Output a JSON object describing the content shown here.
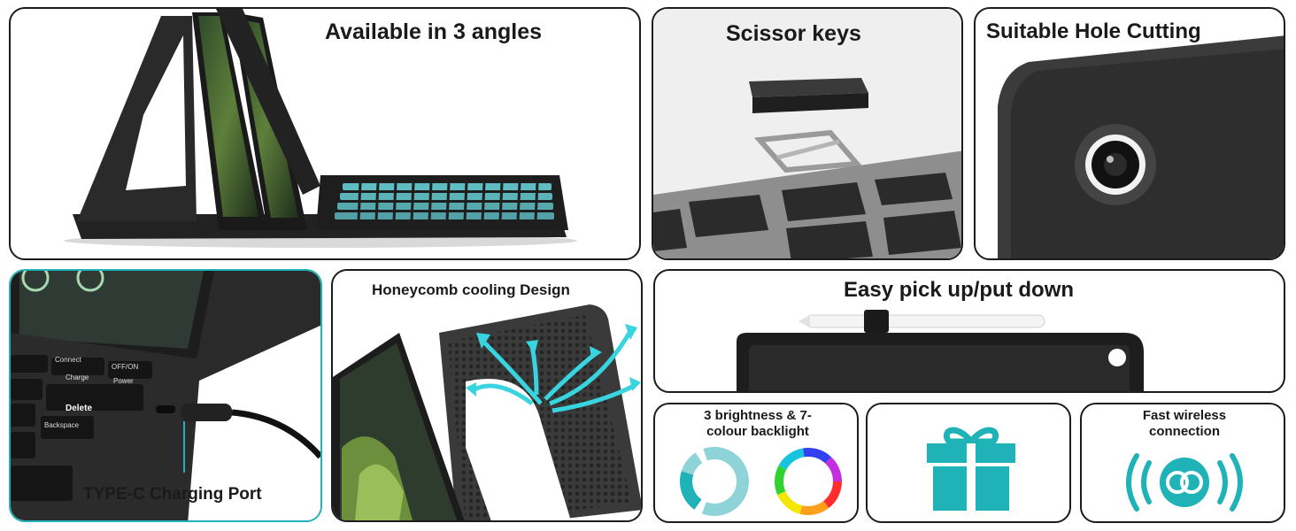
{
  "panels": {
    "angles": {
      "title": "Available in 3 angles"
    },
    "scissor": {
      "title": "Scissor keys"
    },
    "hole": {
      "title": "Suitable Hole Cutting"
    },
    "typec": {
      "title": "TYPE-C Charging Port",
      "keys": {
        "connect": "Connect",
        "onoff": "OFF/ON",
        "charge": "Charge",
        "power": "Power",
        "delete": "Delete",
        "backspace": "Backspace"
      }
    },
    "honeycomb": {
      "title": "Honeycomb cooling Design"
    },
    "pickup": {
      "title": "Easy pick up/put down"
    },
    "backlight": {
      "title": "3 brightness & 7-colour backlight"
    },
    "gift": {
      "title": ""
    },
    "wireless": {
      "title": "Fast wireless connection"
    }
  },
  "colors": {
    "accent": "#1fb3b8",
    "dark": "#1c1c1c",
    "keyglow": "#5fe0e6"
  },
  "icons": [
    "gift-icon",
    "wireless-link-icon",
    "color-wheel-icon",
    "brightness-ring-icon",
    "arrow-icon"
  ]
}
